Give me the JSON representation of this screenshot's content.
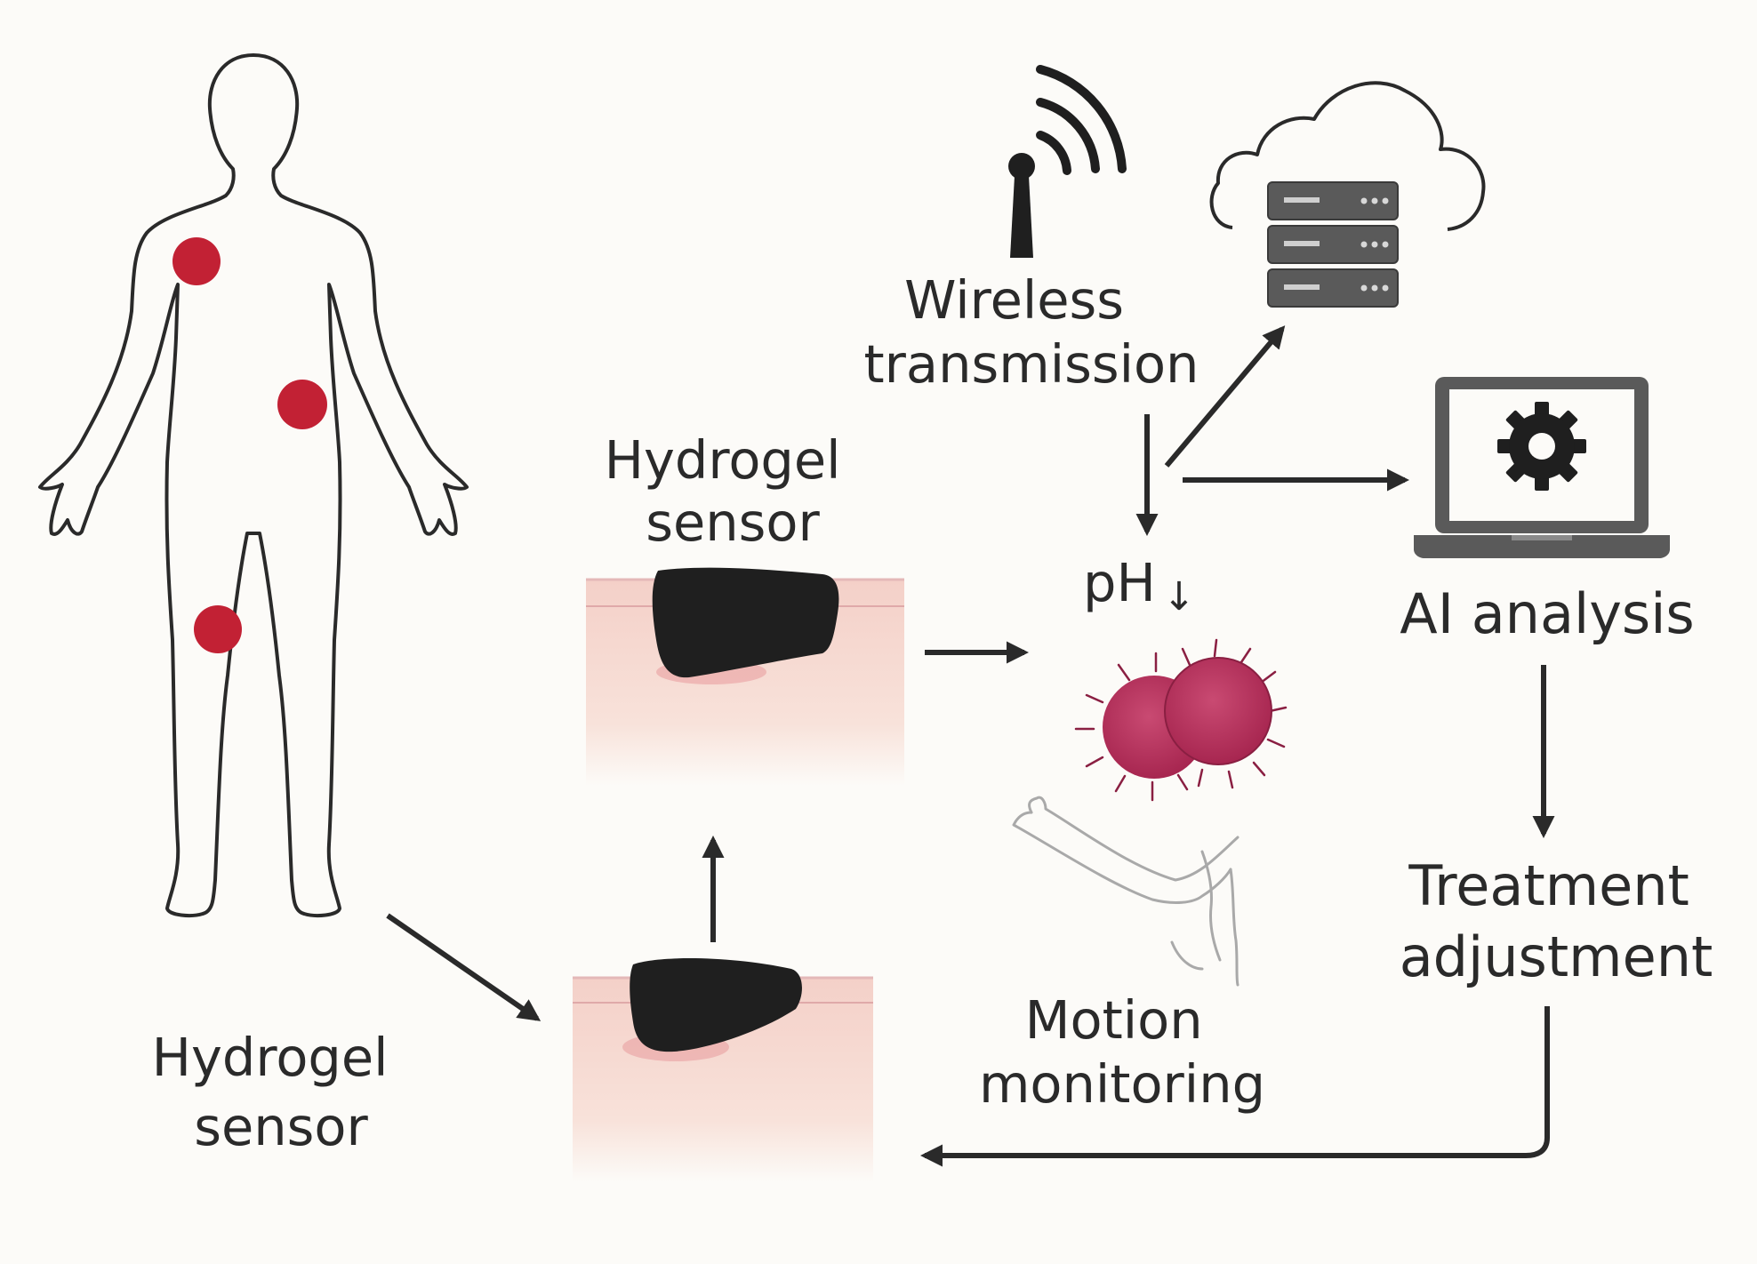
{
  "labels": {
    "hydrogel_sensor_top": [
      "Hydrogel",
      "sensor"
    ],
    "hydrogel_sensor_bottom": [
      "Hydrogel",
      "sensor"
    ],
    "wireless": [
      "Wireless",
      "transmission"
    ],
    "ph": "pH",
    "ph_arrow": "↓",
    "ai_analysis": "AI analysis",
    "treatment": [
      "Treatment",
      "adjustment"
    ],
    "motion": [
      "Motion",
      "monitoring"
    ]
  },
  "colors": {
    "background": "#fcfbf8",
    "ink": "#2a2a2a",
    "sensor_marker": "#c22134",
    "bacteria": "#b8335a",
    "skin": "#f6d5cc",
    "skin_surface": "#e9c3c3",
    "device_gray": "#5a5a5a"
  },
  "icons": [
    "human-body-icon",
    "antenna-icon",
    "cloud-server-icon",
    "laptop-gear-icon",
    "bacteria-icon",
    "arm-outline-icon",
    "skin-patch-icon"
  ]
}
